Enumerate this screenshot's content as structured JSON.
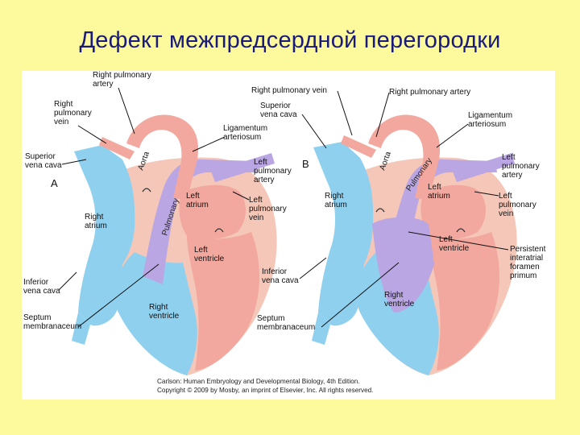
{
  "title": "Дефект межпредсердной перегородки",
  "panel_a": {
    "letter": "A",
    "labels": {
      "rpa": [
        "Right pulmonary",
        "artery"
      ],
      "rpv": [
        "Right",
        "pulmonary",
        "vein"
      ],
      "svc": [
        "Superior",
        "vena cava"
      ],
      "lig": [
        "Ligamentum",
        "arteriosum"
      ],
      "lpa": [
        "Left",
        "pulmonary",
        "artery"
      ],
      "latr": [
        "Left",
        "atrium"
      ],
      "lpv": [
        "Left",
        "pulmonary",
        "vein"
      ],
      "ratr": [
        "Right",
        "atrium"
      ],
      "lven": [
        "Left",
        "ventricle"
      ],
      "ivc": [
        "Inferior",
        "vena cava"
      ],
      "rven": [
        "Right",
        "ventricle"
      ],
      "sept": [
        "Septum",
        "membranaceum"
      ]
    },
    "inner": {
      "aorta": "Aorta",
      "pulmonary": "Pulmonary"
    }
  },
  "panel_b": {
    "letter": "B",
    "labels": {
      "rpv": "Right pulmonary vein",
      "rpa": "Right pulmonary artery",
      "svc": [
        "Superior",
        "vena cava"
      ],
      "lig": [
        "Ligamentum",
        "arteriosum"
      ],
      "lpa": [
        "Left",
        "pulmonary",
        "artery"
      ],
      "latr": [
        "Left",
        "atrium"
      ],
      "lpv": [
        "Left",
        "pulmonary",
        "vein"
      ],
      "ratr": [
        "Right",
        "atrium"
      ],
      "lven": [
        "Left",
        "ventricle"
      ],
      "pers": [
        "Persistent",
        "interatrial",
        "foramen",
        "primum"
      ],
      "ivc": [
        "Inferior",
        "vena cava"
      ],
      "rven": [
        "Right",
        "ventricle"
      ],
      "sept": [
        "Septum",
        "membranaceum"
      ]
    },
    "inner": {
      "aorta": "Aorta",
      "pulmonary": "Pulmonary"
    }
  },
  "credit": [
    "Carlson: Human Embryology and Developmental Biology, 4th Edition.",
    "Copyright © 2009 by Mosby, an imprint of Elsevier, Inc. All rights reserved."
  ],
  "colors": {
    "background": "#fcfa9c",
    "title": "#1a1a7a",
    "deoxygenated": "#8fd0ef",
    "oxygenated": "#f2a89e",
    "mixed": "#b9a6e3",
    "wall": "#f4c7b8"
  }
}
